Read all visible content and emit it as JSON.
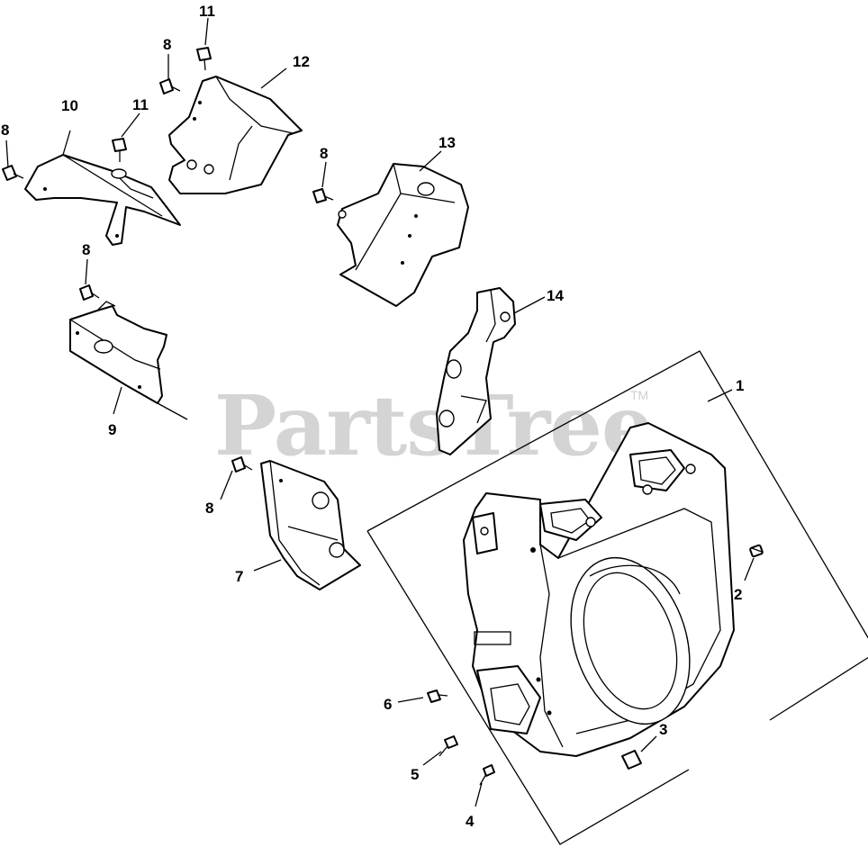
{
  "watermark": {
    "brand": "PartsTree",
    "trademark": "TM"
  },
  "callouts": [
    "1",
    "2",
    "3",
    "4",
    "5",
    "6",
    "7",
    "8",
    "9",
    "10",
    "11",
    "12",
    "13",
    "14"
  ]
}
